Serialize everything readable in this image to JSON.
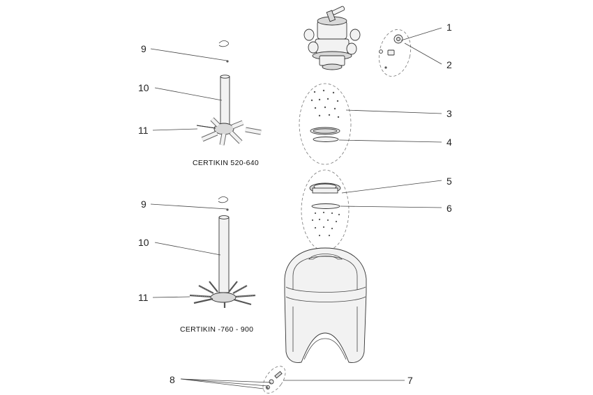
{
  "captions": {
    "small_model": "CERTIKIN  520-640",
    "large_model": "CERTIKIN -760 - 900"
  },
  "callouts": {
    "c1": "1",
    "c2": "2",
    "c3": "3",
    "c4": "4",
    "c5": "5",
    "c6": "6",
    "c7": "7",
    "c8": "8",
    "c9a": "9",
    "c10a": "10",
    "c11a": "11",
    "c9b": "9",
    "c10b": "10",
    "c11b": "11"
  }
}
